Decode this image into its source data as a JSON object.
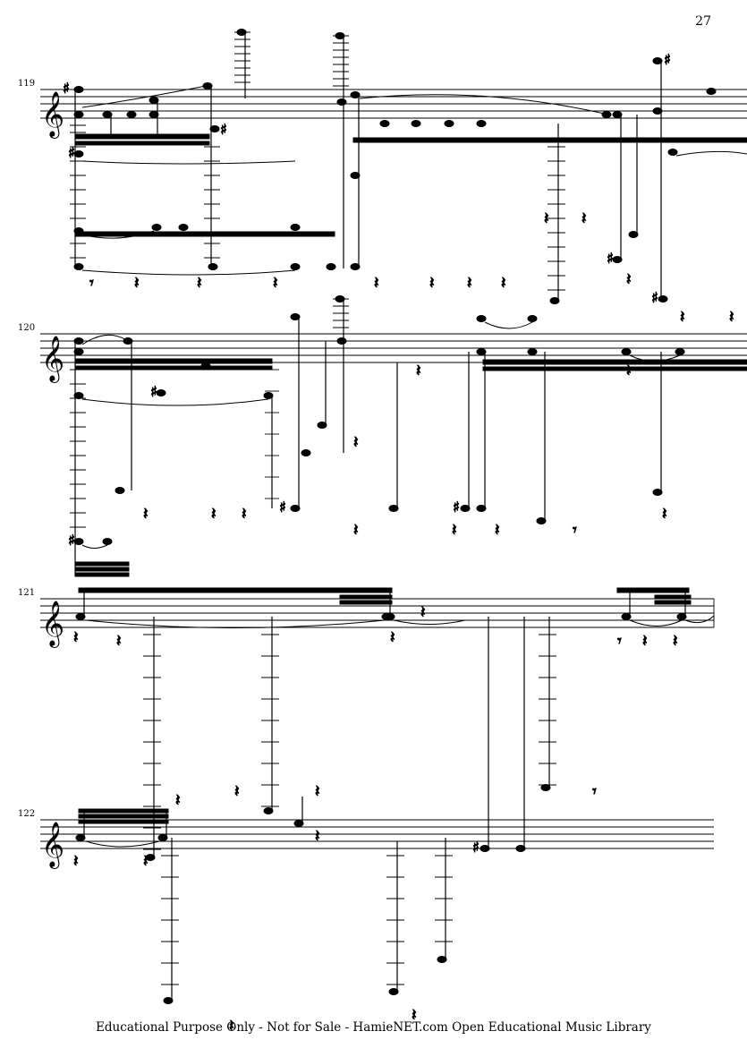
{
  "page": {
    "number": "27",
    "footer": "Educational Purpose Only - Not for Sale - HamieNET.com Open Educational Music Library"
  },
  "systems": [
    {
      "measure": "119"
    },
    {
      "measure": "120"
    },
    {
      "measure": "121"
    },
    {
      "measure": "122"
    }
  ],
  "icons": {
    "clef": "treble-clef-icon",
    "rest": "quarter-rest-icon",
    "sharp": "sharp-icon"
  }
}
